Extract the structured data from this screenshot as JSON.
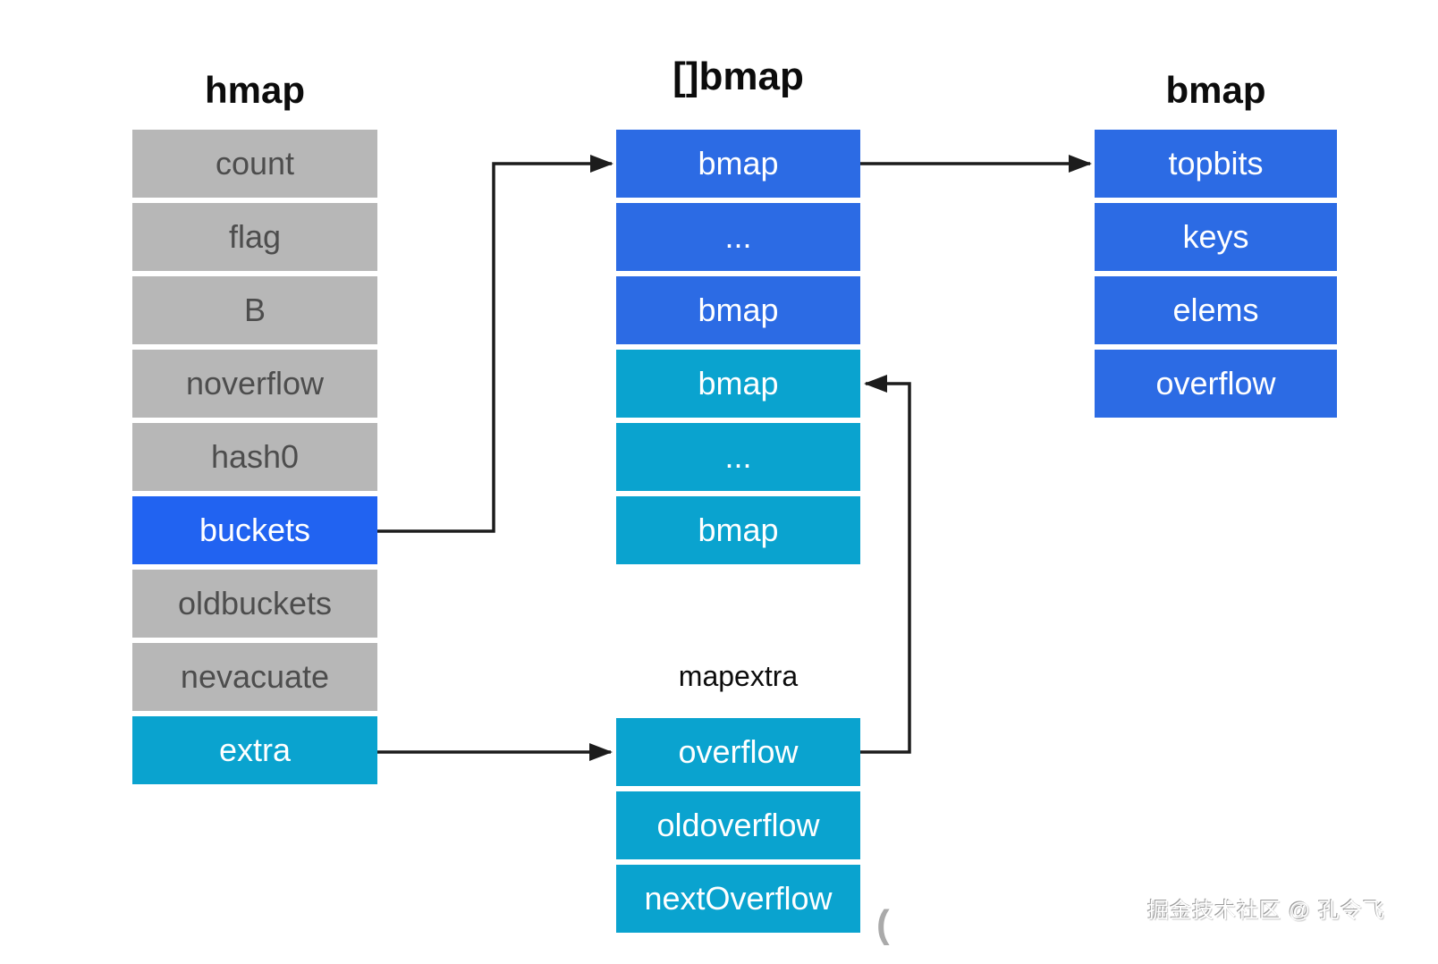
{
  "colors": {
    "blue": "#2c6be4",
    "bluebright": "#2163f1",
    "cyan": "#0aa3cf",
    "graybg": "#b7b7b7",
    "graytext": "#4d4d4d",
    "arrow": "#1c1c1c",
    "title": "#0c0c0c"
  },
  "hmap": {
    "title": "hmap",
    "rows": [
      {
        "label": "count"
      },
      {
        "label": "flag"
      },
      {
        "label": "B"
      },
      {
        "label": "noverflow"
      },
      {
        "label": "hash0"
      },
      {
        "label": "buckets"
      },
      {
        "label": "oldbuckets"
      },
      {
        "label": "nevacuate"
      },
      {
        "label": "extra"
      }
    ]
  },
  "bmap_slice": {
    "title": "[]bmap",
    "rows": [
      {
        "label": "bmap"
      },
      {
        "label": "..."
      },
      {
        "label": "bmap"
      },
      {
        "label": "bmap"
      },
      {
        "label": "..."
      },
      {
        "label": "bmap"
      }
    ]
  },
  "bmap": {
    "title": "bmap",
    "rows": [
      {
        "label": "topbits"
      },
      {
        "label": "keys"
      },
      {
        "label": "elems"
      },
      {
        "label": "overflow"
      }
    ]
  },
  "mapextra": {
    "title": "mapextra",
    "rows": [
      {
        "label": "overflow"
      },
      {
        "label": "oldoverflow"
      },
      {
        "label": "nextOverflow"
      }
    ]
  },
  "watermark": {
    "text": "掘金技术社区 @ 孔令飞"
  },
  "artifact": {
    "text": "("
  }
}
